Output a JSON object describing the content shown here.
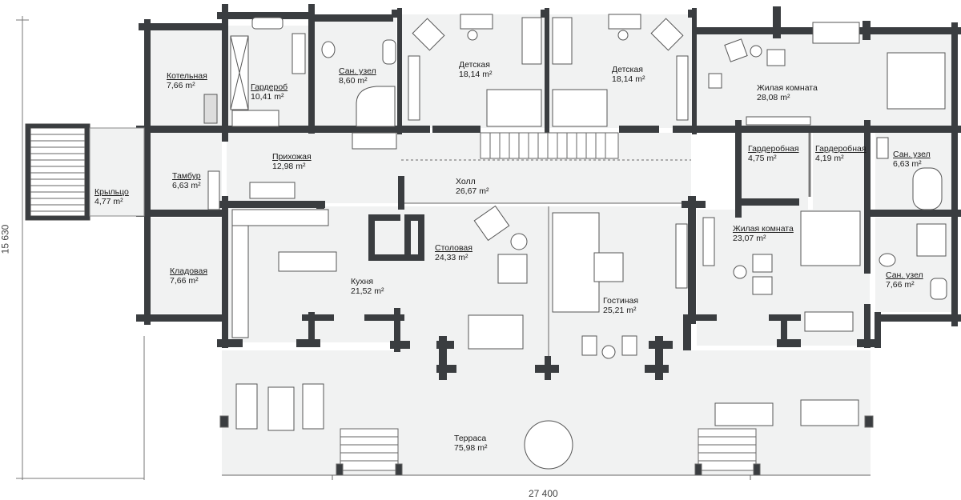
{
  "dimensions": {
    "width": "27 400",
    "height": "15 630"
  },
  "area_unit": "m²",
  "rooms": [
    {
      "id": "kotelnaya",
      "name": "Котельная",
      "area": "7,66"
    },
    {
      "id": "garderob",
      "name": "Гардероб",
      "area": "10,41"
    },
    {
      "id": "san-uzel-1",
      "name": "Сан. узел",
      "area": "8,60"
    },
    {
      "id": "detskaya-1",
      "name": "Детская",
      "area": "18,14"
    },
    {
      "id": "detskaya-2",
      "name": "Детская",
      "area": "18,14"
    },
    {
      "id": "zhilaya-1",
      "name": "Жилая комната",
      "area": "28,08"
    },
    {
      "id": "kryltso",
      "name": "Крыльцо",
      "area": "4,77"
    },
    {
      "id": "tambur",
      "name": "Тамбур",
      "area": "6,63"
    },
    {
      "id": "prihozhaya",
      "name": "Прихожая",
      "area": "12,98"
    },
    {
      "id": "holl",
      "name": "Холл",
      "area": "26,67"
    },
    {
      "id": "garderobnaya-1",
      "name": "Гардеробная",
      "area": "4,75"
    },
    {
      "id": "garderobnaya-2",
      "name": "Гардеробная",
      "area": "4,19"
    },
    {
      "id": "san-uzel-2",
      "name": "Сан. узел",
      "area": "6,63"
    },
    {
      "id": "kladovaya",
      "name": "Кладовая",
      "area": "7,66"
    },
    {
      "id": "kuhnya",
      "name": "Кухня",
      "area": "21,52"
    },
    {
      "id": "stolovaya",
      "name": "Столовая",
      "area": "24,33"
    },
    {
      "id": "gostinaya",
      "name": "Гостиная",
      "area": "25,21"
    },
    {
      "id": "zhilaya-2",
      "name": "Жилая комната",
      "area": "23,07"
    },
    {
      "id": "san-uzel-3",
      "name": "Сан. узел",
      "area": "7,66"
    },
    {
      "id": "terrasa",
      "name": "Терраса",
      "area": "75,98"
    }
  ]
}
